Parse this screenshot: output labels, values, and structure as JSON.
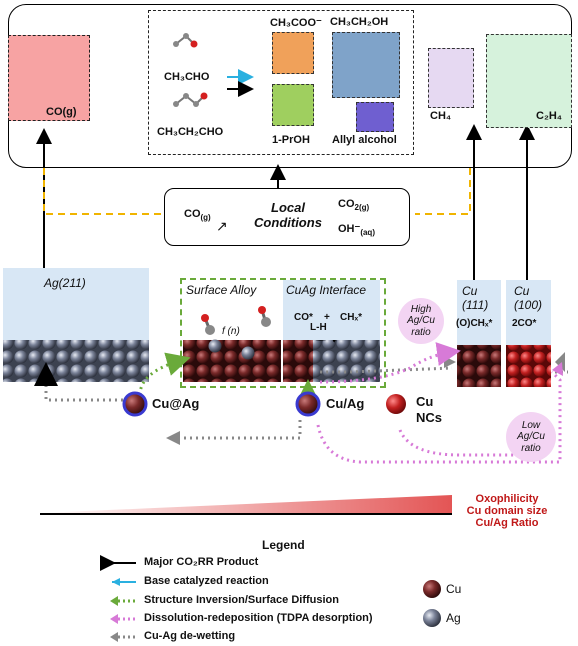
{
  "products": {
    "co": "CO(g)",
    "ch3cho": "CH₃CHO",
    "ch3ch2cho": "CH₃CH₂CHO",
    "acetate": "CH₃COO⁻",
    "ethanol": "CH₃CH₂OH",
    "propanol": "1-PrOH",
    "allyl": "Allyl alcohol",
    "ch4": "CH₄",
    "c2h4": "C₂H₄"
  },
  "conditions": {
    "title_1": "Local",
    "title_2": "Conditions",
    "co_in": "CO",
    "co_in_sub": "(g)",
    "co2": "CO",
    "co2_sub": "2(g)",
    "oh": "OH⁻",
    "oh_sub": "(aq)"
  },
  "facets": {
    "ag211": "Ag(211)",
    "surface_alloy": "Surface Alloy",
    "cuag_interface": "CuAg Interface",
    "f_n": "f (n)",
    "co_star": "CO*",
    "plus": "+",
    "lh": "L-H",
    "chx_star": "CHₓ*",
    "cu111_a": "Cu",
    "cu111_b": "(111)",
    "och": "(O)CHₓ*",
    "cu100_a": "Cu",
    "cu100_b": "(100)",
    "co2star": "2CO*"
  },
  "ratios": {
    "high_1": "High",
    "high_2": "Ag/Cu",
    "high_3": "ratio",
    "low_1": "Low",
    "low_2": "Ag/Cu",
    "low_3": "ratio"
  },
  "catalysts": {
    "cu_at_ag": "Cu@Ag",
    "cu_ag": "Cu/Ag",
    "cu_ncs_1": "Cu",
    "cu_ncs_2": "NCs"
  },
  "gradient": {
    "line1": "Oxophilicity",
    "line2": "Cu domain size",
    "line3": "Cu/Ag Ratio"
  },
  "legend": {
    "title": "Legend",
    "items": [
      "Major CO₂RR Product",
      "Base catalyzed reaction",
      "Structure Inversion/Surface Diffusion",
      "Dissolution-redeposition (TDPA desorption)",
      "Cu-Ag de-wetting"
    ],
    "cu": "Cu",
    "ag": "Ag"
  },
  "colors": {
    "co_box": "#f7a3a3",
    "acetate_box": "#f0a15a",
    "ethanol_box": "#7fa3c9",
    "propanol_box": "#9fcf5f",
    "allyl_box": "#6f5fd0",
    "ch4_box": "#e6d9f2",
    "c2h4_box": "#d6f2dc",
    "facet_bg": "#d8e7f5",
    "green_dashed": "#6aaa3a",
    "pink_dashed": "#d77ad7",
    "gray_dashed": "#888888",
    "yellow_dashed": "#f0b400",
    "gradient_red": "#e35555",
    "cu_sphere": "#6a1e1e",
    "ag_sphere": "#5a6070",
    "blue_arrow": "#2ab0e0"
  }
}
